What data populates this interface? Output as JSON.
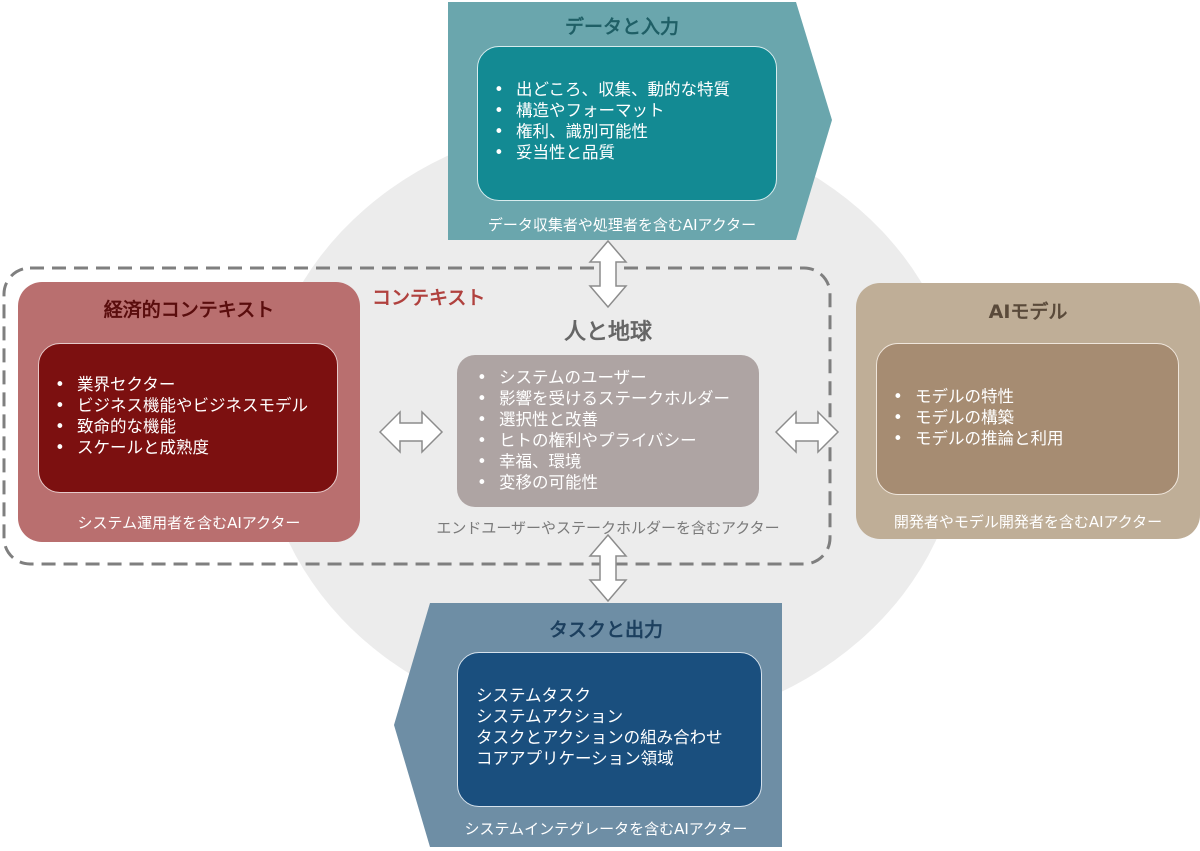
{
  "colors": {
    "data_panel": "#6aa6ad",
    "data_inner": "#138a93",
    "economic_panel": "#b96f6f",
    "economic_inner": "#7c1010",
    "people_inner": "#aea4a3",
    "model_panel": "#bfae97",
    "model_inner": "#a68c72",
    "task_panel": "#6e8ea5",
    "task_inner": "#1a4f7e",
    "context_label": "#b0413e",
    "ellipse": "#ececec"
  },
  "data_input": {
    "title": "データと入力",
    "items": [
      "出どころ、収集、動的な特質",
      "構造やフォーマット",
      "権利、識別可能性",
      "妥当性と品質"
    ],
    "actor": "データ収集者や処理者を含むAIアクター"
  },
  "context": {
    "label": "コンテキスト"
  },
  "economic": {
    "title": "経済的コンテキスト",
    "items": [
      "業界セクター",
      "ビジネス機能やビジネスモデル",
      "致命的な機能",
      "スケールと成熟度"
    ],
    "actor": "システム運用者を含むAIアクター"
  },
  "people": {
    "title": "人と地球",
    "items": [
      "システムのユーザー",
      "影響を受けるステークホルダー",
      "選択性と改善",
      "ヒトの権利やプライバシー",
      "幸福、環境",
      "変移の可能性"
    ],
    "actor": "エンドユーザーやステークホルダーを含むアクター"
  },
  "model": {
    "title": "AIモデル",
    "items": [
      "モデルの特性",
      "モデルの構築",
      "モデルの推論と利用"
    ],
    "actor": "開発者やモデル開発者を含むAIアクター"
  },
  "task": {
    "title": "タスクと出力",
    "items": [
      "システムタスク",
      "システムアクション",
      "タスクとアクションの組み合わせ",
      "コアアプリケーション領域"
    ],
    "actor": "システムインテグレータを含むAIアクター"
  }
}
